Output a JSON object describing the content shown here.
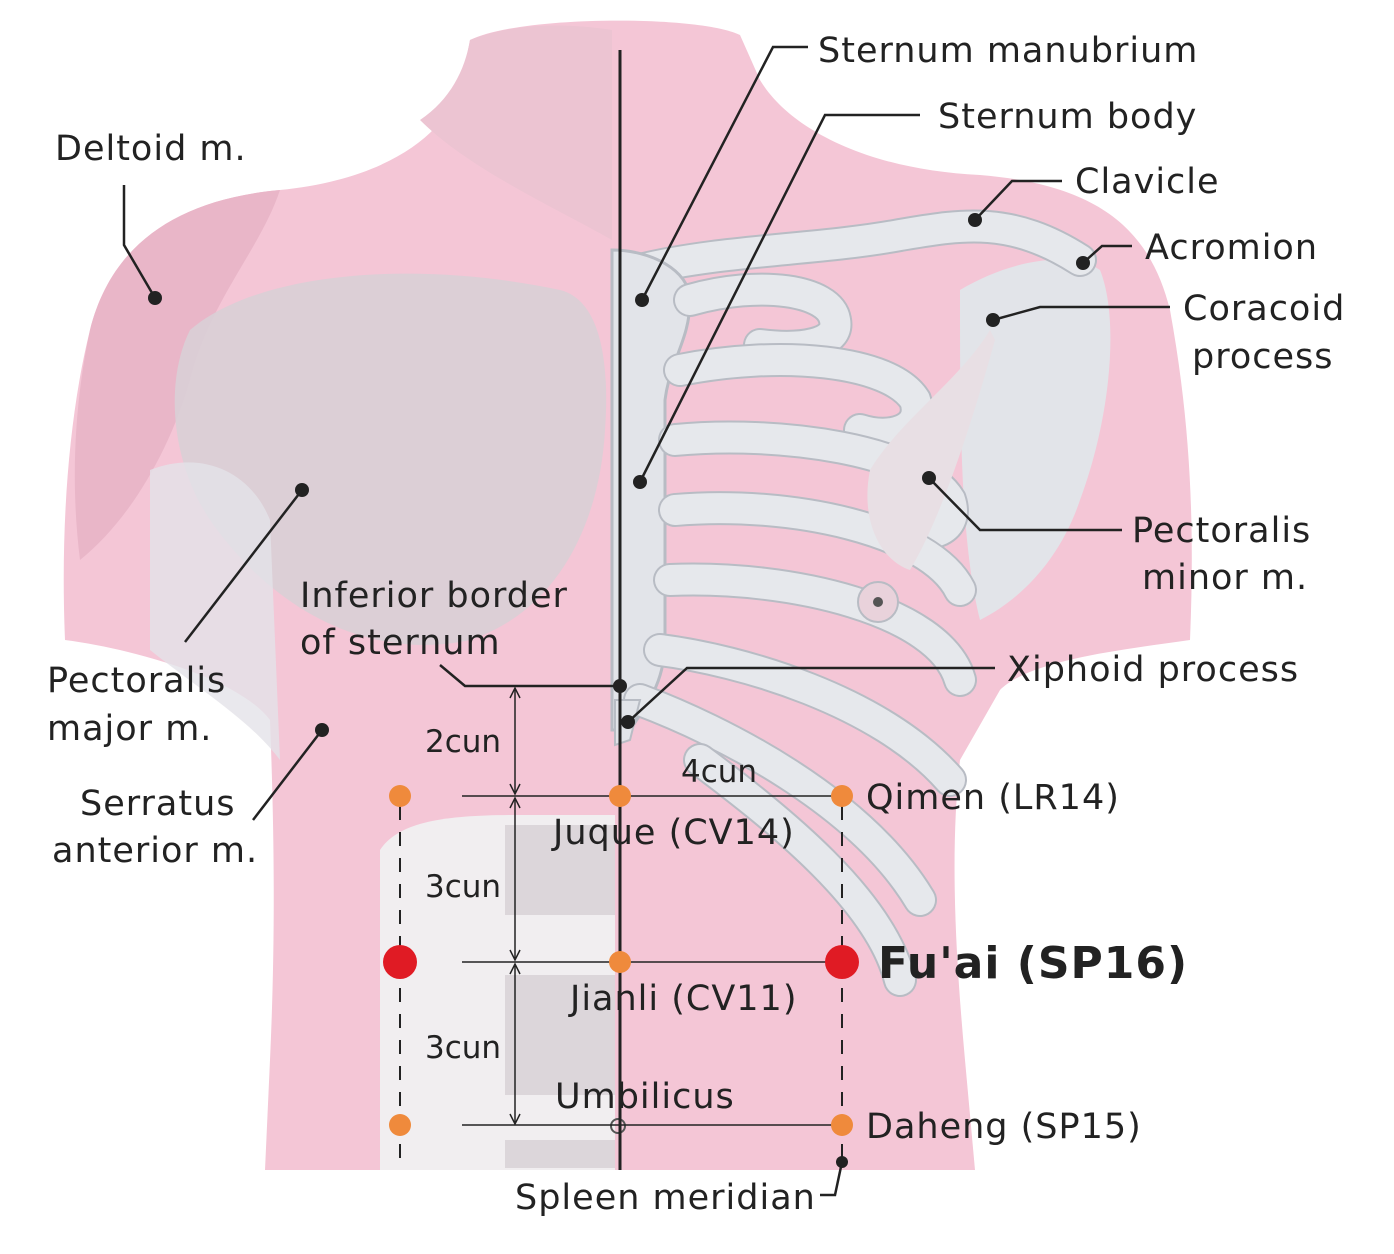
{
  "labels": {
    "deltoid": "Deltoid m.",
    "sternum_manubrium": "Sternum manubrium",
    "sternum_body": "Sternum body",
    "clavicle": "Clavicle",
    "acromion": "Acromion",
    "coracoid_1": "Coracoid",
    "coracoid_2": "process",
    "pectoralis_minor_1": "Pectoralis",
    "pectoralis_minor_2": "minor m.",
    "inferior_border_1": "Inferior border",
    "inferior_border_2": "of sternum",
    "xiphoid": "Xiphoid process",
    "pectoralis_major_1": "Pectoralis",
    "pectoralis_major_2": "major m.",
    "serratus_1": "Serratus",
    "serratus_2": "anterior m.",
    "spleen_meridian": "Spleen meridian",
    "umbilicus": "Umbilicus"
  },
  "points": {
    "qimen": "Qimen (LR14)",
    "juque": "Juque (CV14)",
    "fuai": "Fu'ai (SP16)",
    "jianli": "Jianli (CV11)",
    "daheng": "Daheng (SP15)"
  },
  "measurements": {
    "two_cun": "2cun",
    "four_cun": "4cun",
    "three_cun_upper": "3cun",
    "three_cun_lower": "3cun"
  },
  "colors": {
    "skin_pink": "#f4c6d6",
    "acupoint_orange": "#ef8a3c",
    "target_red": "#e01b24",
    "bone": "#e6e8ec"
  }
}
